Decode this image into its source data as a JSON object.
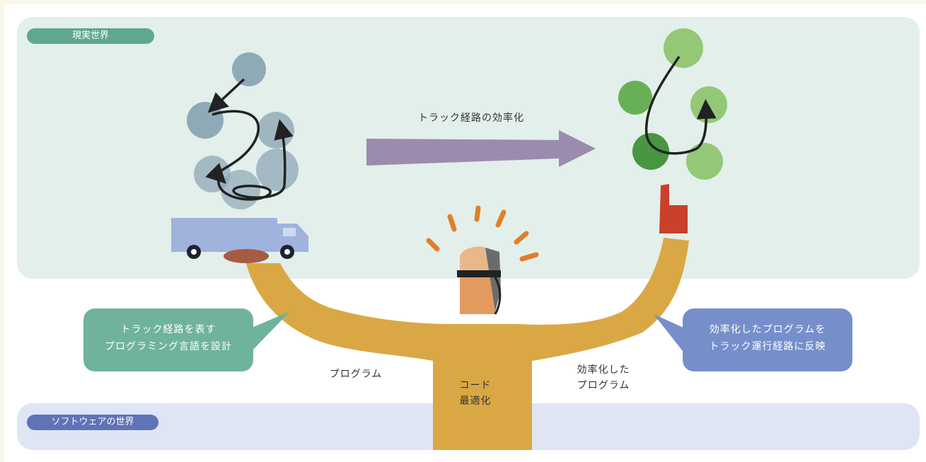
{
  "labels": {
    "real_world": "現実世界",
    "software_world": "ソフトウェアの世界",
    "optimization_arrow": "トラック経路の効率化",
    "program": "プログラム",
    "code_optimize_line1": "コード",
    "code_optimize_line2": "最適化",
    "optimized_program_line1": "効率化した",
    "optimized_program_line2": "プログラム"
  },
  "callouts": {
    "left_line1": "トラック経路を表す",
    "left_line2": "プログラミング言語を設計",
    "right_line1": "効率化したプログラムを",
    "right_line2": "トラック運行経路に反映"
  },
  "colors": {
    "real_panel": "#e3efea",
    "software_panel": "#dfe5f4",
    "callout_green": "#6fb39d",
    "callout_blue": "#768fcb",
    "arm_mustard": "#d9a845",
    "arrow_purple": "#8e7aa3"
  }
}
